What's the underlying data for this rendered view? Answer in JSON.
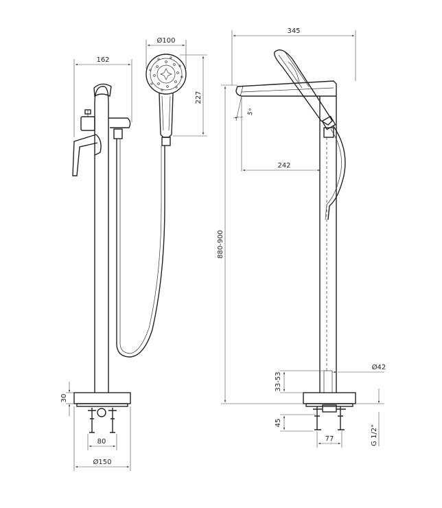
{
  "dimensions": {
    "front_width": "162",
    "head_diameter": "Ø100",
    "head_height": "227",
    "overall_depth": "345",
    "tilt_angle": "5°",
    "spout_reach": "242",
    "total_height": "880-900",
    "pipe_diameter": "Ø42",
    "adjust_range": "33-53",
    "base_thickness": "30",
    "fixing_depth": "45",
    "fixing_spacing": "80",
    "side_fixing_width": "77",
    "base_diameter": "Ø150",
    "thread": "G 1/2\""
  },
  "colors": {
    "line": "#222222",
    "background": "#ffffff"
  }
}
